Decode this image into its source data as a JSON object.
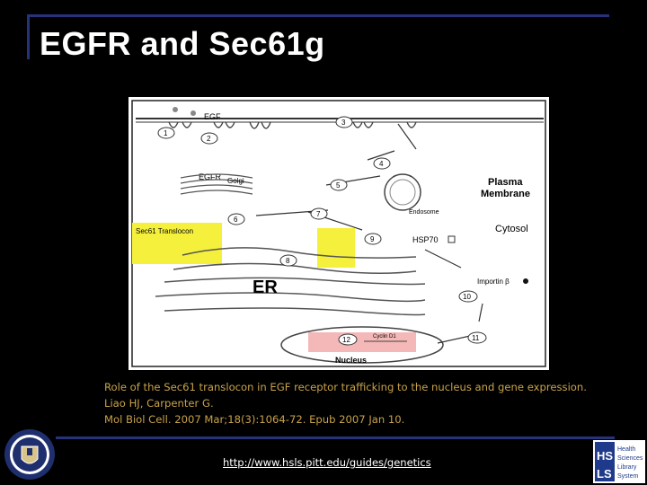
{
  "slide": {
    "title": "EGFR and Sec61g",
    "caption_lines": [
      "Role of the Sec61 translocon in EGF receptor trafficking to the nucleus and gene expression.",
      "Liao HJ, Carpenter G.",
      "Mol Biol Cell. 2007 Mar;18(3):1064-72. Epub 2007 Jan 10."
    ],
    "url": "http://www.hsls.pitt.edu/guides/genetics",
    "colors": {
      "background": "#000000",
      "frame": "#26337a",
      "caption": "#c8a24a",
      "highlight_yellow": "#f5f03c",
      "highlight_pink": "#f4b8b8"
    }
  },
  "diagram": {
    "labels": {
      "egf": "EGF",
      "egfr": "EGFR",
      "golgi": "Golgi",
      "sec61": "Sec61 Translocon",
      "plasma": "Plasma",
      "membrane": "Membrane",
      "endosome": "Endosome",
      "cytosol": "Cytosol",
      "hsp70": "HSP70",
      "importin": "Importin β",
      "er": "ER",
      "nucleus": "Nucleus",
      "cyclin": "Cyclin D1"
    },
    "steps": [
      "1",
      "2",
      "3",
      "4",
      "5",
      "6",
      "7",
      "8",
      "9",
      "10",
      "11",
      "12"
    ]
  },
  "logos": {
    "hsls_lines": [
      "Health",
      "Sciences",
      "Library",
      "System"
    ],
    "hsls_letters": [
      "HS",
      "LS"
    ]
  }
}
